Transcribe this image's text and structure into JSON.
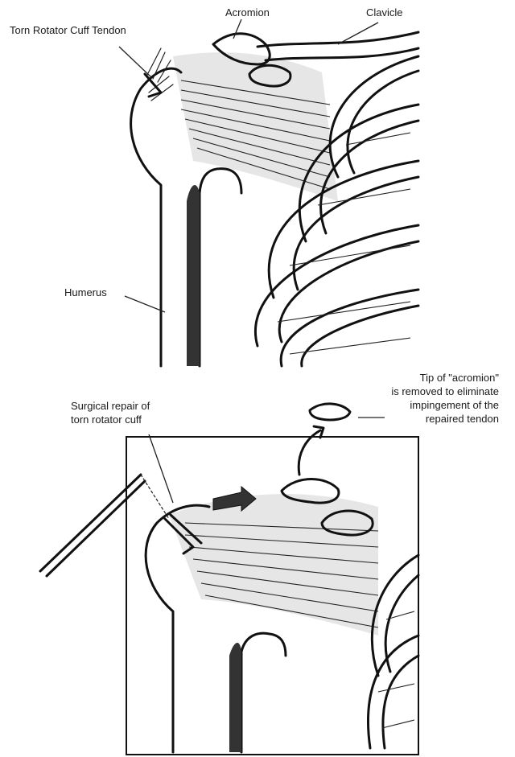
{
  "labels": {
    "acromion": "Acromion",
    "clavicle": "Clavicle",
    "torn_tendon": "Torn Rotator Cuff Tendon",
    "humerus": "Humerus",
    "tip_line1": "Tip of \"acromion\"",
    "tip_line2": "is removed to eliminate",
    "tip_line3": "impingement of the",
    "tip_line4": "repaired tendon",
    "repair_line1": "Surgical repair of",
    "repair_line2": "torn rotator cuff"
  },
  "colors": {
    "ink": "#111111",
    "paper": "#ffffff"
  }
}
